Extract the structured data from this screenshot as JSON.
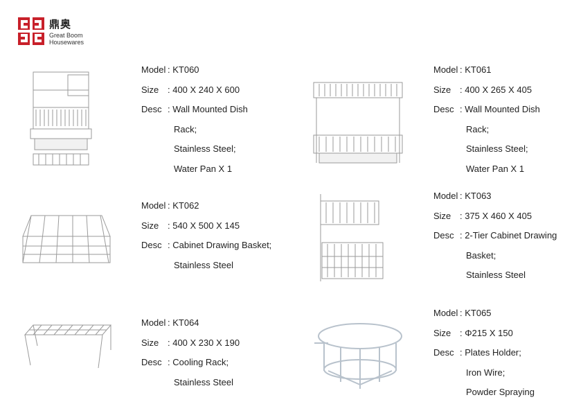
{
  "brand": {
    "name_cn": "鼎奥",
    "name_en_1": "Great Boom",
    "name_en_2": "Housewares",
    "color": "#c8202a"
  },
  "products": [
    {
      "model_label": "Model",
      "model": ": KT060",
      "size_label": "Size",
      "size": ": 400 X 240 X 600",
      "desc_label": "Desc",
      "desc": [
        ": Wall Mounted Dish",
        "Rack;",
        "Stainless Steel;",
        "Water Pan X 1"
      ]
    },
    {
      "model_label": "Model",
      "model": ": KT061",
      "size_label": "Size",
      "size": ": 400 X 265 X 405",
      "desc_label": "Desc",
      "desc": [
        ": Wall Mounted Dish",
        "Rack;",
        "Stainless Steel;",
        "Water Pan X 1"
      ]
    },
    {
      "model_label": "Model",
      "model": ": KT062",
      "size_label": "Size",
      "size": ": 540 X 500 X 145",
      "desc_label": "Desc",
      "desc": [
        ": Cabinet Drawing Basket;",
        "Stainless Steel"
      ]
    },
    {
      "model_label": "Model",
      "model": ": KT063",
      "size_label": "Size",
      "size": ": 375 X 460 X 405",
      "desc_label": "Desc",
      "desc": [
        ": 2-Tier Cabinet Drawing",
        "Basket;",
        "Stainless Steel"
      ]
    },
    {
      "model_label": "Model",
      "model": ": KT064",
      "size_label": "Size",
      "size": ": 400 X 230 X 190",
      "desc_label": "Desc",
      "desc": [
        ": Cooling Rack;",
        "Stainless Steel"
      ]
    },
    {
      "model_label": "Model",
      "model": ": KT065",
      "size_label": "Size",
      "size": ": Φ215 X 150",
      "desc_label": "Desc",
      "desc": [
        ": Plates Holder;",
        "Iron Wire;",
        "Powder Spraying"
      ]
    }
  ]
}
